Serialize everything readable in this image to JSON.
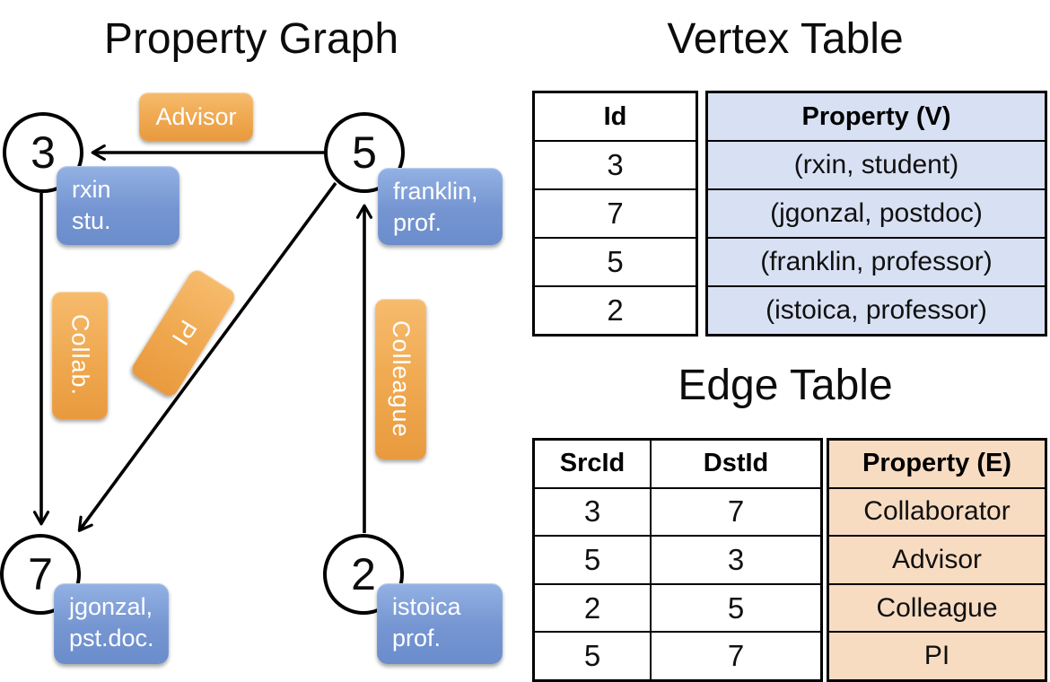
{
  "colors": {
    "edge_label_orange": "#efa84f",
    "node_property_blue": "#7595d2",
    "vertex_property_fill": "#d8e1f3",
    "edge_property_fill": "#f8dcc2",
    "line_color": "#000000"
  },
  "graph": {
    "title": "Property Graph",
    "nodes": [
      {
        "id": "3",
        "property_line1": "rxin",
        "property_line2": "stu."
      },
      {
        "id": "5",
        "property_line1": "franklin,",
        "property_line2": "prof."
      },
      {
        "id": "7",
        "property_line1": "jgonzal,",
        "property_line2": "pst.doc."
      },
      {
        "id": "2",
        "property_line1": "istoica",
        "property_line2": "prof."
      }
    ],
    "edge_labels": [
      {
        "label": "Advisor",
        "from": "5",
        "to": "3",
        "orientation": "horizontal"
      },
      {
        "label": "Collab.",
        "from": "3",
        "to": "7",
        "orientation": "vertical"
      },
      {
        "label": "PI",
        "from": "5",
        "to": "7",
        "orientation": "diagonal"
      },
      {
        "label": "Colleague",
        "from": "2",
        "to": "5",
        "orientation": "vertical"
      }
    ]
  },
  "vertex_table": {
    "title": "Vertex Table",
    "columns": [
      "Id",
      "Property (V)"
    ],
    "rows": [
      {
        "id": "3",
        "property": "(rxin, student)"
      },
      {
        "id": "7",
        "property": "(jgonzal, postdoc)"
      },
      {
        "id": "5",
        "property": "(franklin, professor)"
      },
      {
        "id": "2",
        "property": "(istoica, professor)"
      }
    ]
  },
  "edge_table": {
    "title": "Edge Table",
    "columns": [
      "SrcId",
      "DstId",
      "Property (E)"
    ],
    "rows": [
      {
        "src": "3",
        "dst": "7",
        "property": "Collaborator"
      },
      {
        "src": "5",
        "dst": "3",
        "property": "Advisor"
      },
      {
        "src": "2",
        "dst": "5",
        "property": "Colleague"
      },
      {
        "src": "5",
        "dst": "7",
        "property": "PI"
      }
    ]
  }
}
